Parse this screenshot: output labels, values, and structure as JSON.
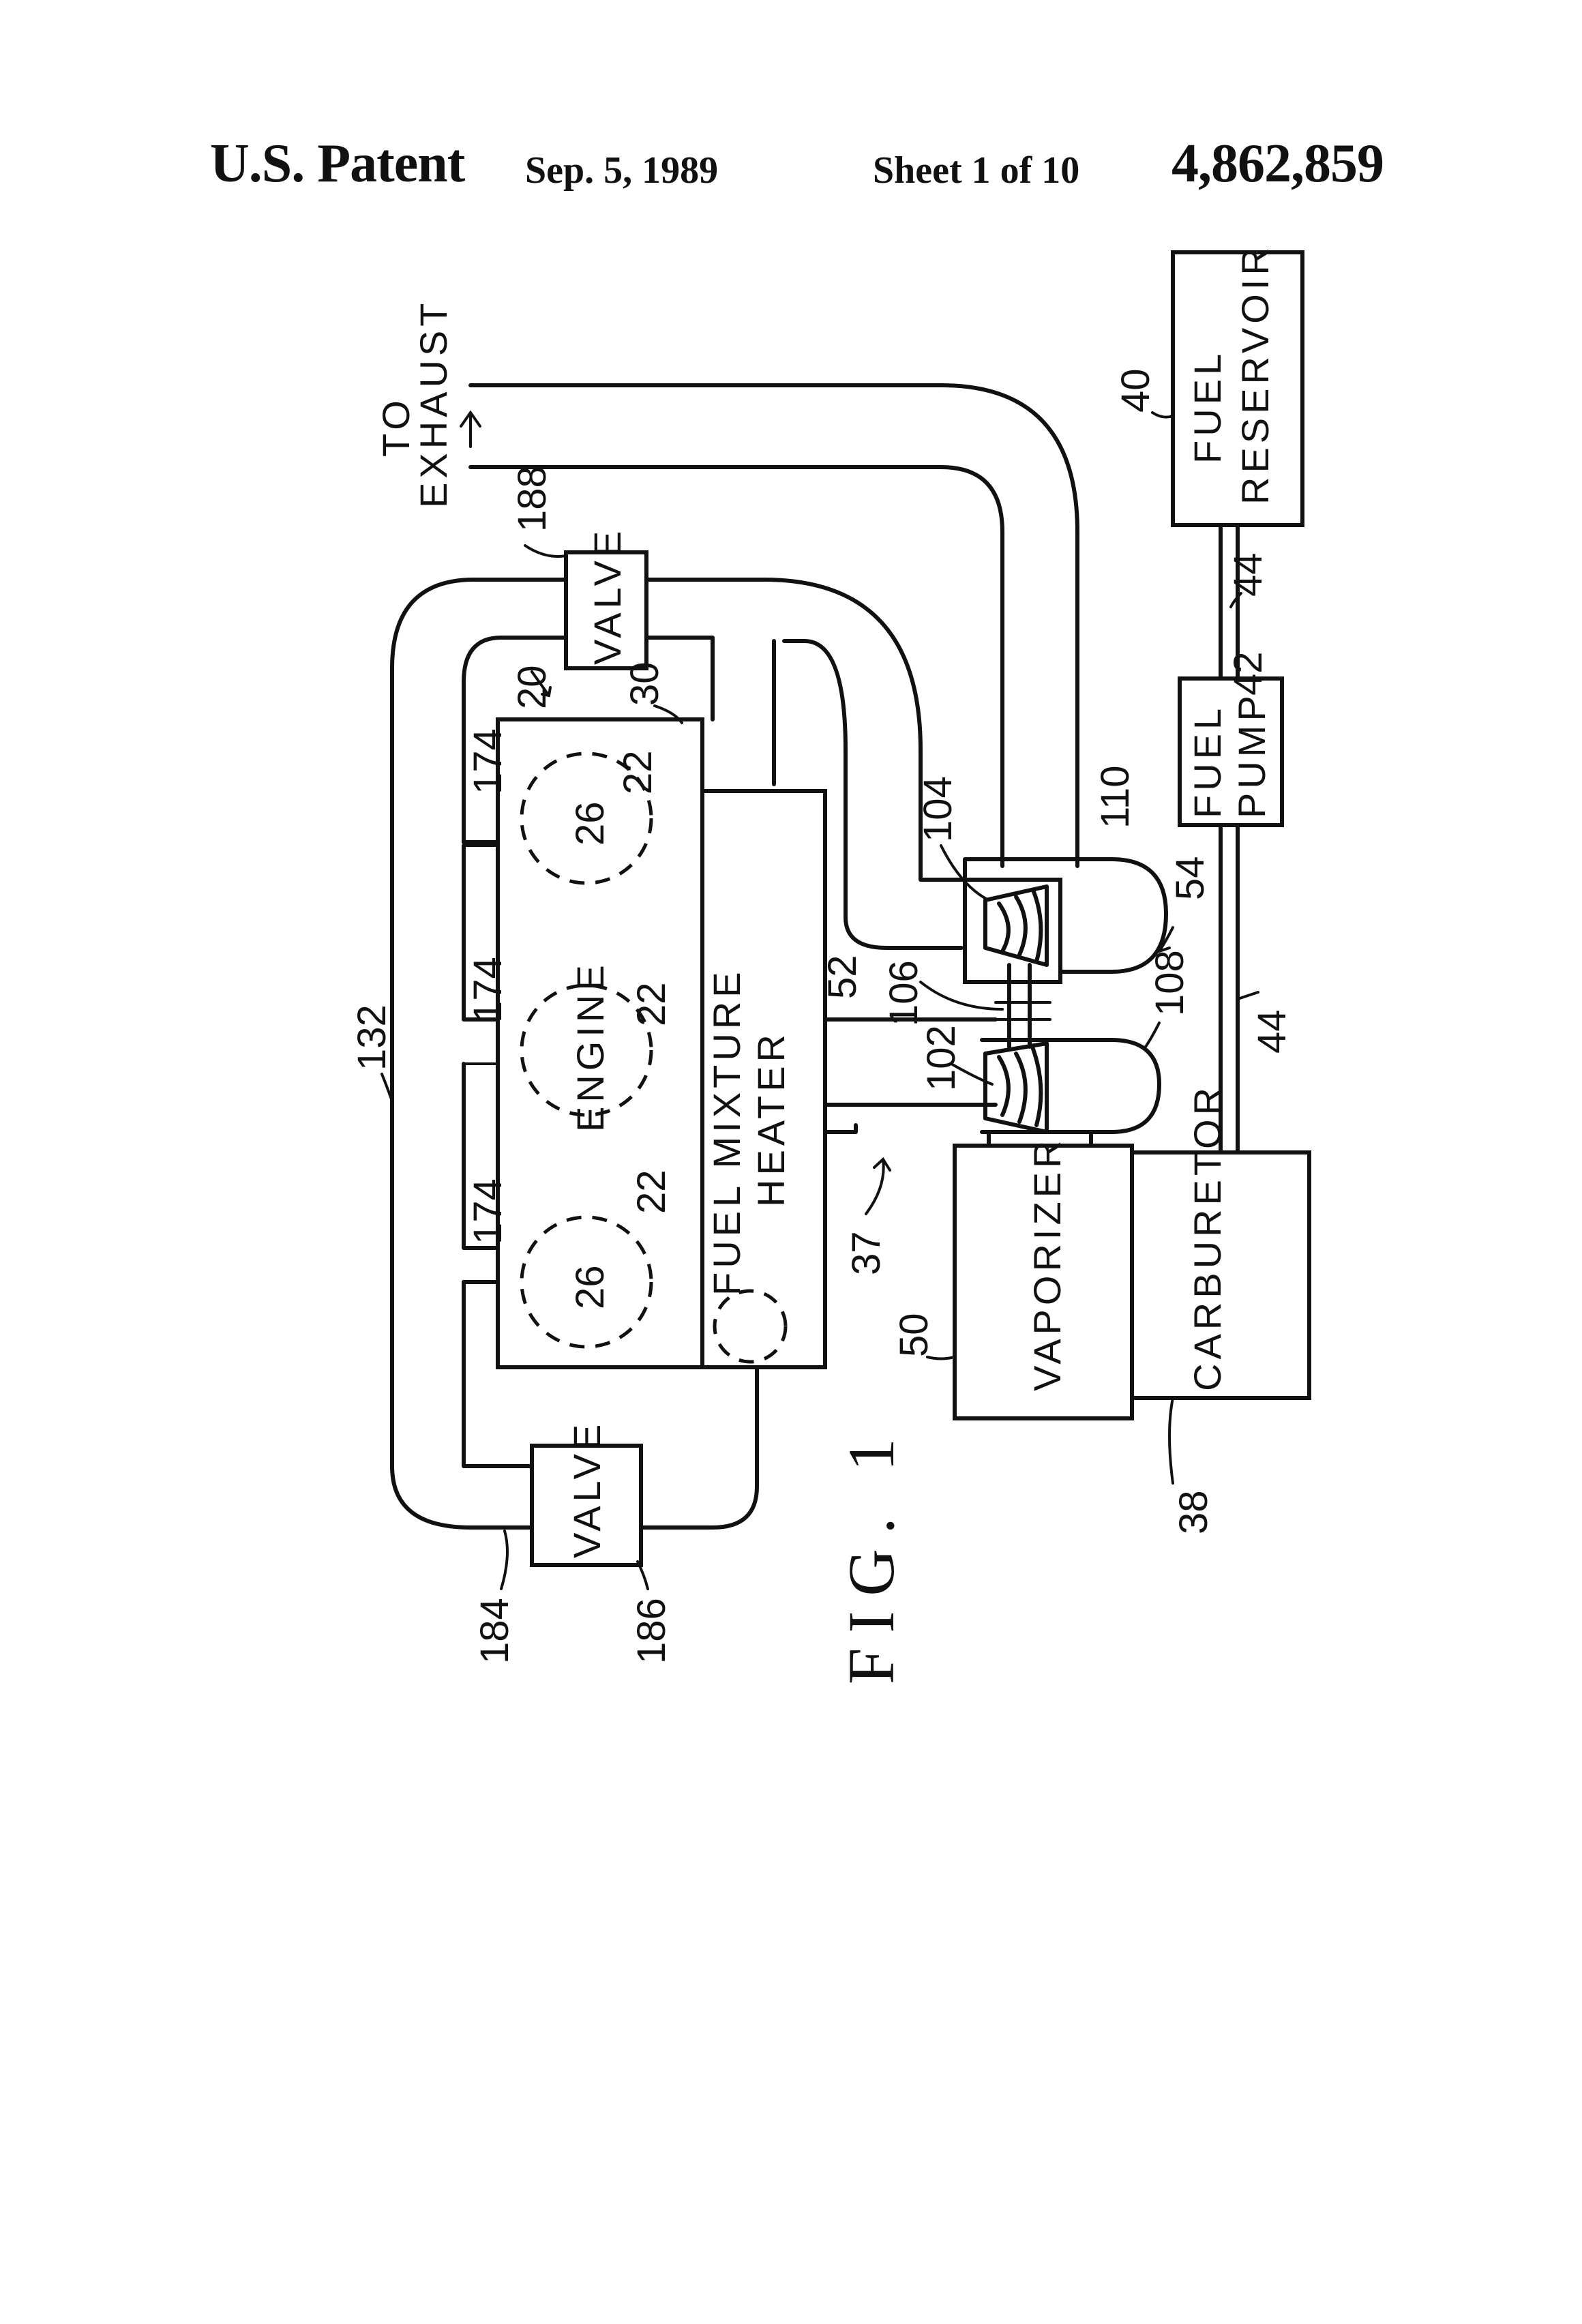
{
  "header": {
    "left": "U.S. Patent",
    "date": "Sep. 5, 1989",
    "sheet": "Sheet 1 of 10",
    "patent_number": "4,862,859"
  },
  "figure": {
    "caption": "FIG. 1",
    "labels": {
      "to": "TO",
      "exhaust": "EXHAUST",
      "fuel_reservoir_line1": "FUEL",
      "fuel_reservoir_line2": "RESERVOIR",
      "fuel_pump_line1": "FUEL",
      "fuel_pump_line2": "PUMP",
      "valve_top": "VALVE",
      "valve_bottom": "VALVE",
      "engine": "ENGINE",
      "fuel_mixture_line1": "FUEL MIXTURE",
      "fuel_mixture_line2": "HEATER",
      "vaporizer": "VAPORIZER",
      "carburetor": "CARBURETOR"
    },
    "refs": {
      "r20": "20",
      "r22a": "22",
      "r22b": "22",
      "r22c": "22",
      "r26a": "26",
      "r26b": "26",
      "r30": "30",
      "r37": "37",
      "r38": "38",
      "r40": "40",
      "r42": "42",
      "r44a": "44",
      "r44b": "44",
      "r50": "50",
      "r52": "52",
      "r54": "54",
      "r102": "102",
      "r104": "104",
      "r106": "106",
      "r108": "108",
      "r110": "110",
      "r132": "132",
      "r174a": "174",
      "r174b": "174",
      "r174c": "174",
      "r184": "184",
      "r186": "186",
      "r188": "188"
    }
  }
}
